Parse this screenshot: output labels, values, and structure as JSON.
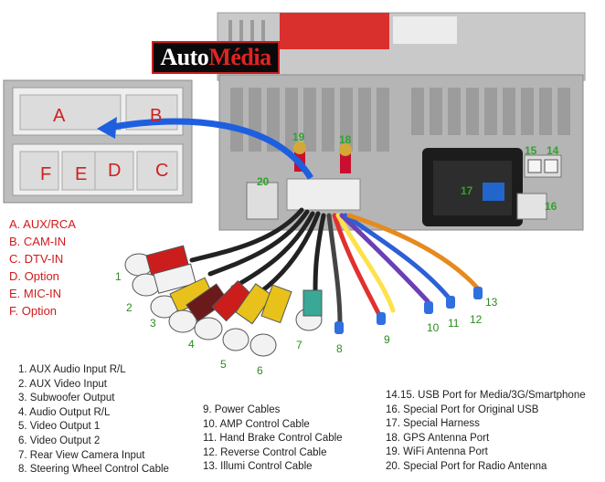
{
  "logo": {
    "part1": "Auto",
    "part2": "Média"
  },
  "connector_labels": [
    "A",
    "B",
    "F",
    "E",
    "D",
    "C"
  ],
  "connector_legend": [
    "A. AUX/RCA",
    "B. CAM-IN",
    "C. DTV-IN",
    "D. Option",
    "E. MIC-IN",
    "F. Option"
  ],
  "cable_numbers": [
    "1",
    "2",
    "3",
    "4",
    "5",
    "6",
    "7",
    "8",
    "9",
    "10",
    "11",
    "12",
    "13"
  ],
  "port_numbers": {
    "p19": "19",
    "p18": "18",
    "p20": "20",
    "p15": "15",
    "p14": "14",
    "p17": "17",
    "p16": "16"
  },
  "list_col1": [
    "1. AUX Audio Input R/L",
    "2. AUX Video Input",
    "3. Subwoofer Output",
    "4. Audio Output R/L",
    "5. Video Output 1",
    "6. Video Output 2",
    "7. Rear View Camera Input",
    "8. Steering Wheel Control Cable"
  ],
  "list_col2": [
    "9. Power Cables",
    "10. AMP Control Cable",
    "11. Hand Brake Control Cable",
    "12. Reverse Control Cable",
    "13. Illumi Control Cable"
  ],
  "list_col3": [
    "14.15. USB Port for Media/3G/Smartphone",
    "16. Special Port for Original USB",
    "17. Special Harness",
    "18. GPS Antenna Port",
    "19. WiFi Antenna Port",
    "20. Special Port for Radio Antenna"
  ],
  "colors": {
    "red_text": "#d01a1a",
    "green_text": "#2c8a1e",
    "arrow": "#1e5fe0"
  }
}
